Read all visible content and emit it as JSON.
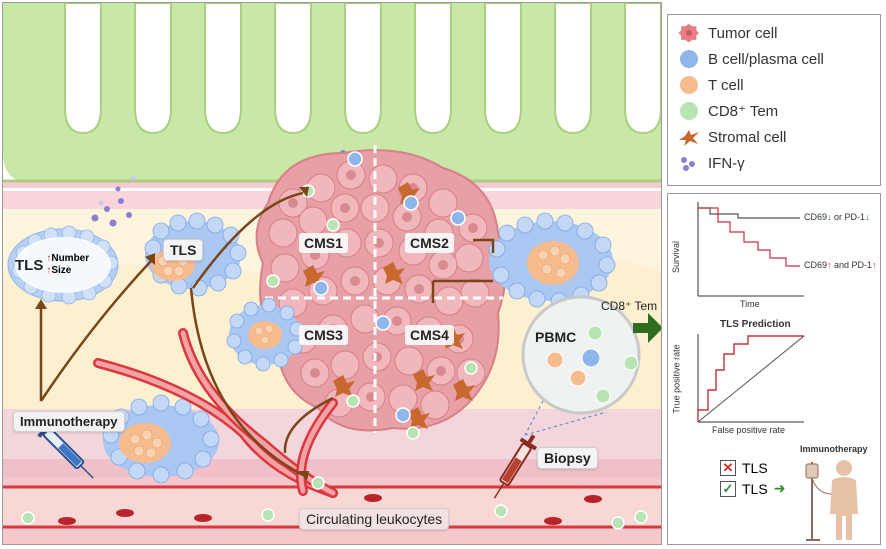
{
  "legend": {
    "items": [
      {
        "label": "Tumor cell",
        "icon": "tumor-cell-icon",
        "color": "#e77e86"
      },
      {
        "label": "B cell/plasma cell",
        "icon": "b-cell-icon",
        "color": "#8fb6ea"
      },
      {
        "label": "T cell",
        "icon": "t-cell-icon",
        "color": "#f6bc8e"
      },
      {
        "label": "CD8⁺ Tem",
        "icon": "cd8-tem-icon",
        "color": "#b8e3b2"
      },
      {
        "label": "Stromal cell",
        "icon": "stromal-cell-icon",
        "color": "#c8672e"
      },
      {
        "label": "IFN-γ",
        "icon": "ifn-gamma-icon",
        "color": "#8a7fd0"
      }
    ]
  },
  "main": {
    "tls_small": "TLS",
    "tls_left": {
      "title": "TLS",
      "number": "Number",
      "size": "Size"
    },
    "cms": [
      "CMS1",
      "CMS2",
      "CMS3",
      "CMS4"
    ],
    "immunotherapy": "Immunotherapy",
    "biopsy": "Biopsy",
    "pbmc": "PBMC",
    "circulating": "Circulating leukocytes",
    "cd8_arrow_label": "CD8⁺ Tem"
  },
  "panel": {
    "survival": {
      "ylabel": "Survival",
      "xlabel": "Time",
      "top_curve_a": "CD69",
      "top_curve_b": "or PD-1",
      "bottom_curve_a": "CD69",
      "bottom_curve_b": "and PD-1"
    },
    "roc": {
      "title": "TLS Prediction",
      "ylabel": "True positive rate",
      "xlabel": "False positive rate"
    },
    "checks": [
      {
        "mark": "cross",
        "label": "TLS"
      },
      {
        "mark": "check",
        "label": "TLS"
      }
    ],
    "therapy": "Immunotherapy"
  },
  "colors": {
    "vessel": "#c6323a",
    "arrow_brown": "#7a4518",
    "green_arrow": "#2f6d1f",
    "villi": "#c9e7a6",
    "mucosa_pink": "#f6dbe0",
    "stroma_yellow": "#fbf3dc",
    "down_arrow": "#2f5fb3",
    "up_arrow": "#d42b2b"
  }
}
